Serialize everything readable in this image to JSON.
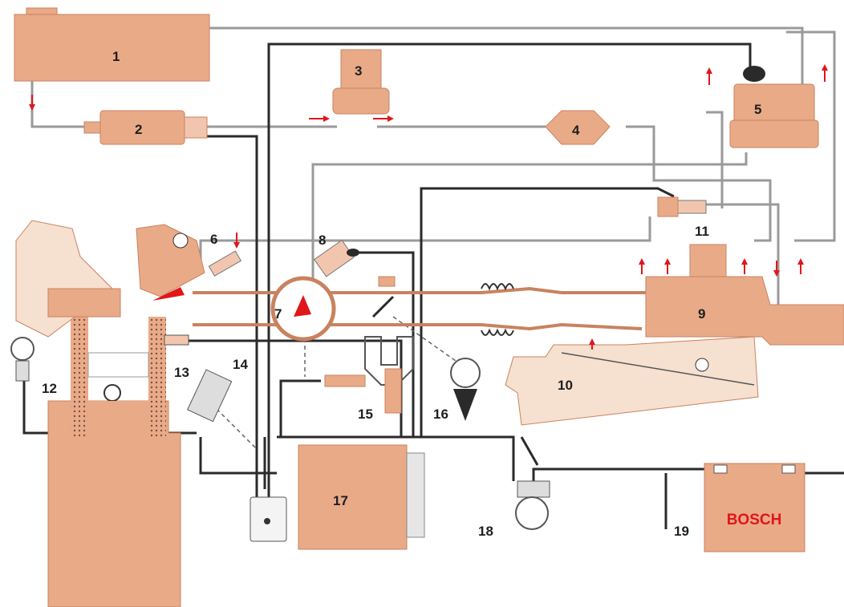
{
  "labels": {
    "n1": "1",
    "n2": "2",
    "n3": "3",
    "n4": "4",
    "n5": "5",
    "n6": "6",
    "n7": "7",
    "n8": "8",
    "n9": "9",
    "n10": "10",
    "n11": "11",
    "n12": "12",
    "n13": "13",
    "n14": "14",
    "n15": "15",
    "n16": "16",
    "n17": "17",
    "n18": "18",
    "n19": "19"
  },
  "battery": {
    "brand": "BOSCH"
  },
  "colors": {
    "component": "#e9aa88",
    "component_edge": "#c9825f",
    "tube": "#9a9a9a",
    "wire": "#2a2a2a",
    "flow_arrow": "#e0161b"
  }
}
